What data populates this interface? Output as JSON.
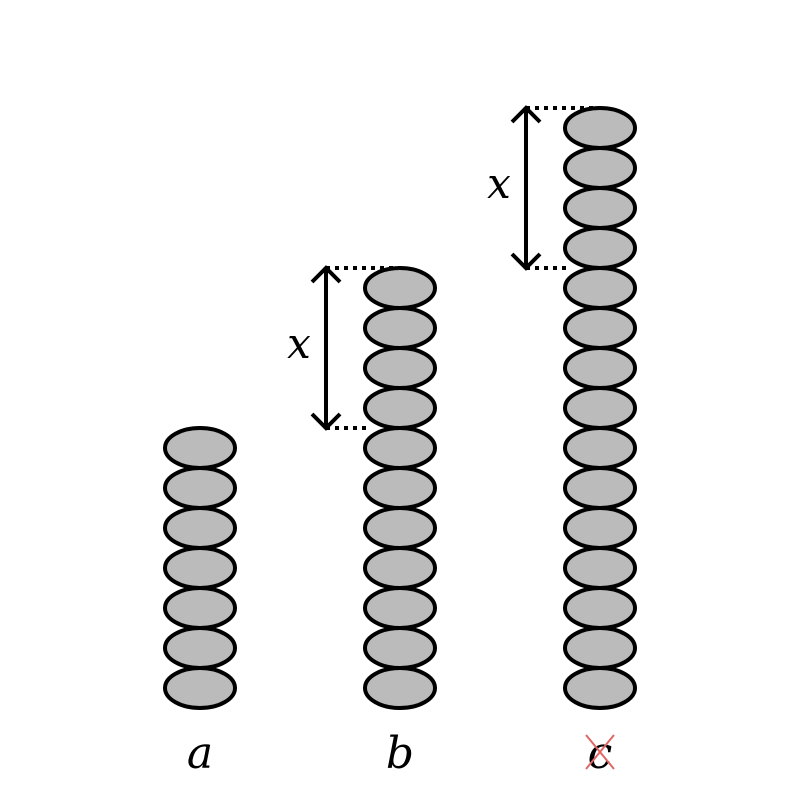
{
  "diagram": {
    "colors": {
      "disk_fill": "#bbbbbb",
      "stroke": "#000000",
      "strike": "#e06666"
    },
    "dimension_label": "x",
    "columns": [
      {
        "label": "a",
        "disk_count": 7,
        "struck": false,
        "dimension_disks": 0
      },
      {
        "label": "b",
        "disk_count": 11,
        "struck": false,
        "dimension_disks": 4
      },
      {
        "label": "c",
        "disk_count": 15,
        "struck": true,
        "dimension_disks": 4
      }
    ]
  }
}
